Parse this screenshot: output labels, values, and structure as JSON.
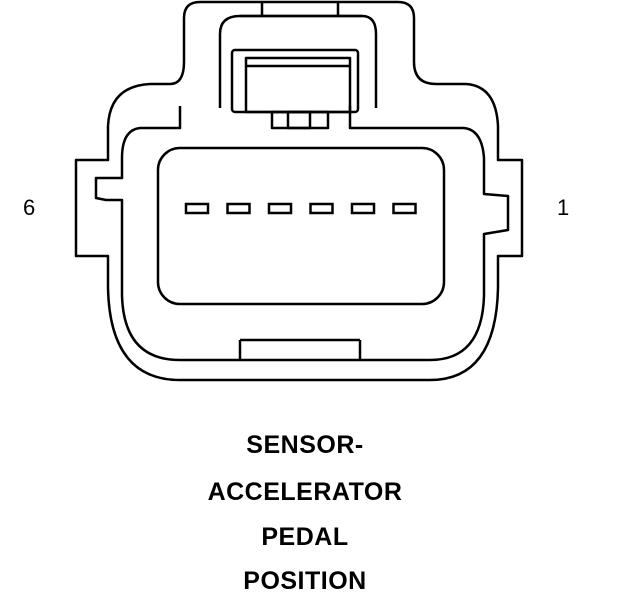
{
  "connector": {
    "pin_left_label": "6",
    "pin_right_label": "1",
    "pin_count": 6
  },
  "caption": {
    "lines": [
      "SENSOR-",
      "ACCELERATOR",
      "PEDAL",
      "POSITION"
    ]
  },
  "colors": {
    "stroke": "#000000",
    "background": "#ffffff"
  }
}
